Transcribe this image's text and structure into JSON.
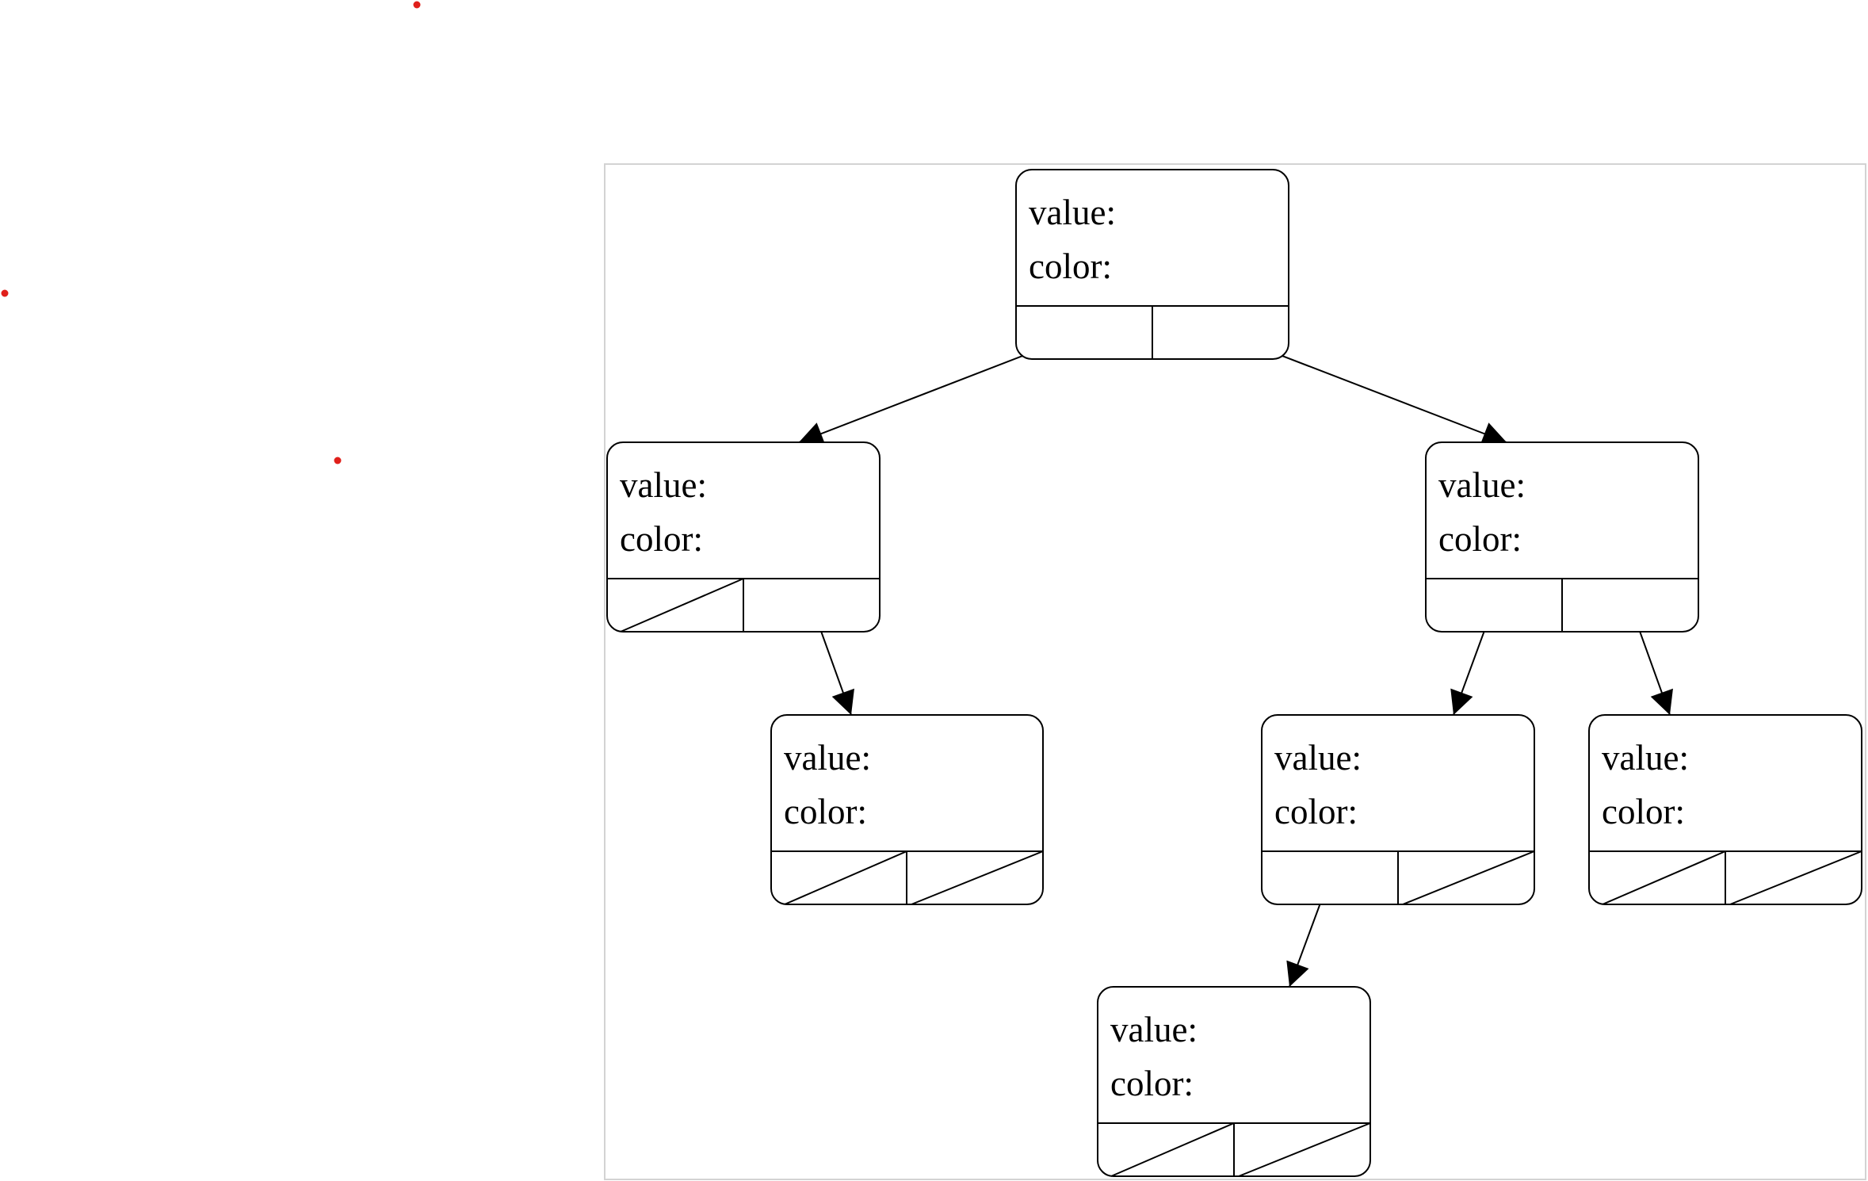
{
  "diagram": {
    "type": "binary-tree",
    "field_labels": {
      "value": "value:",
      "color": "color:"
    },
    "nodes": [
      {
        "id": "root",
        "value_label": "value:",
        "color_label": "color:",
        "left": "child",
        "right": "child"
      },
      {
        "id": "left",
        "value_label": "value:",
        "color_label": "color:",
        "left": "null",
        "right": "child"
      },
      {
        "id": "right",
        "value_label": "value:",
        "color_label": "color:",
        "left": "child",
        "right": "child"
      },
      {
        "id": "left-right",
        "value_label": "value:",
        "color_label": "color:",
        "left": "null",
        "right": "null"
      },
      {
        "id": "right-left",
        "value_label": "value:",
        "color_label": "color:",
        "left": "child",
        "right": "null"
      },
      {
        "id": "right-right",
        "value_label": "value:",
        "color_label": "color:",
        "left": "null",
        "right": "null"
      },
      {
        "id": "right-left-left",
        "value_label": "value:",
        "color_label": "color:",
        "left": "null",
        "right": "null"
      }
    ],
    "edges": [
      {
        "from": "root",
        "pointer": "left",
        "to": "left"
      },
      {
        "from": "root",
        "pointer": "right",
        "to": "right"
      },
      {
        "from": "left",
        "pointer": "right",
        "to": "left-right"
      },
      {
        "from": "right",
        "pointer": "left",
        "to": "right-left"
      },
      {
        "from": "right",
        "pointer": "right",
        "to": "right-right"
      },
      {
        "from": "right-left",
        "pointer": "left",
        "to": "right-left-left"
      }
    ],
    "colors": {
      "stroke": "#000000",
      "frame": "#d3d3d3",
      "marker": "#e0201b"
    }
  }
}
